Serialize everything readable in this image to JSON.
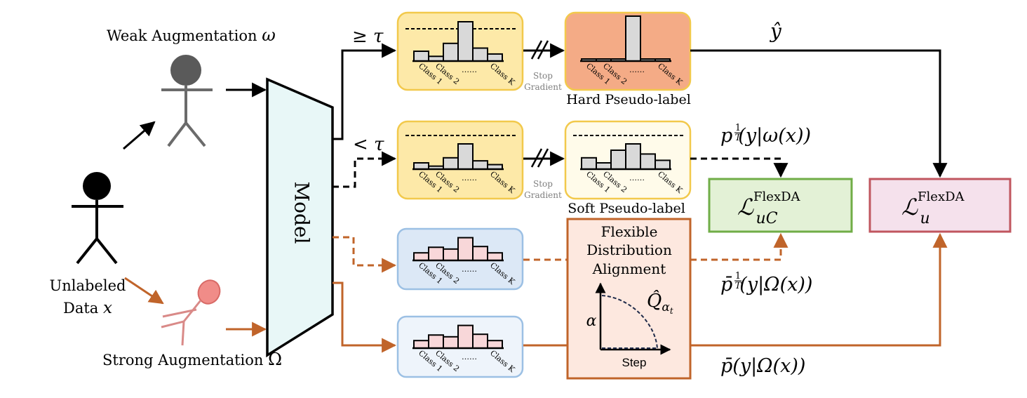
{
  "labels": {
    "weak_aug": "Weak Augmentation",
    "weak_sym": "ω",
    "strong_aug": "Strong Augmentation",
    "strong_sym": "Ω",
    "unlabeled_line1": "Unlabeled",
    "unlabeled_line2": "Data",
    "unlabeled_sym": "x",
    "model": "Model",
    "ge_tau": "≥ τ",
    "lt_tau": "< τ",
    "stop": "Stop",
    "gradient": "Gradient",
    "hard_pl": "Hard Pseudo-label",
    "soft_pl": "Soft Pseudo-label",
    "fda_1": "Flexible",
    "fda_2": "Distribution",
    "fda_3": "Alignment",
    "fda_q": "Q̂",
    "fda_q_sub": "α",
    "fda_q_subsub": "t",
    "alpha": "α",
    "step": "Step",
    "y_hat": "ŷ",
    "class_1": "Class 1",
    "class_2": "Class 2",
    "class_dots": "……",
    "class_k": "Class K"
  },
  "formulas": {
    "p_weak_base": "p",
    "p_weak_rest": "(y|ω(x))",
    "frac_num": "1",
    "frac_den": "T",
    "p_strong_base": "p̄",
    "p_strong_rest": "(y|Ω(x))",
    "p_bar": "p̄(y|Ω(x))"
  },
  "losses": {
    "uc_L": "ℒ",
    "uc_sup": "FlexDA",
    "uc_sub": "uC",
    "u_L": "ℒ",
    "u_sup": "FlexDA",
    "u_sub": "u"
  },
  "colors": {
    "orange": "#c0642a",
    "yellow_fill": "#fde9a8",
    "yellow_border": "#f2c94c",
    "salmon_fill": "#f4ab86",
    "cream_fill": "#fffbea",
    "blue_fill": "#dce8f6",
    "blue_light_fill": "#eef4fb",
    "blue_border": "#9cc0e4",
    "green_fill": "#e3f1d6",
    "green_border": "#70ad47",
    "pink_fill": "#f5e1ec",
    "pink_border": "#c0565f",
    "fda_fill": "#fde8df",
    "model_fill": "#e8f7f7"
  },
  "histograms": {
    "confident": [
      0.25,
      0.12,
      0.45,
      1.0,
      0.33,
      0.18
    ],
    "hard": [
      0.0,
      0.0,
      0.0,
      1.0,
      0.0,
      0.0
    ],
    "soft": [
      0.45,
      0.25,
      0.75,
      1.0,
      0.6,
      0.35
    ],
    "strong": [
      0.3,
      0.52,
      0.45,
      0.9,
      0.55,
      0.3
    ]
  }
}
